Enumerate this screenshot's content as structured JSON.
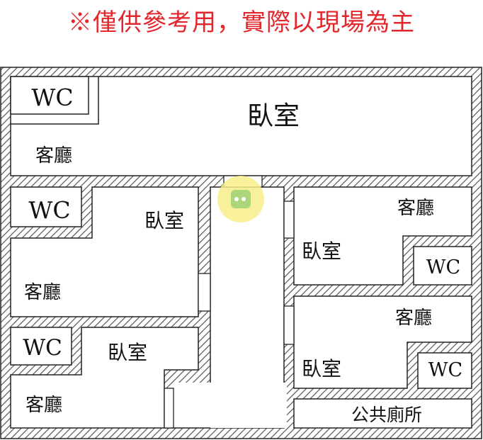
{
  "disclaimer": "※僅供參考用，實際以現場為主",
  "labels": {
    "wc": "WC",
    "bedroom": "臥室",
    "living_room": "客廳",
    "public_restroom": "公共廁所"
  },
  "colors": {
    "disclaimer": "#e3262b",
    "wall_hatch": "#555555",
    "logo_yellow": "#f7ee8a",
    "logo_green": "#9dcf63"
  }
}
